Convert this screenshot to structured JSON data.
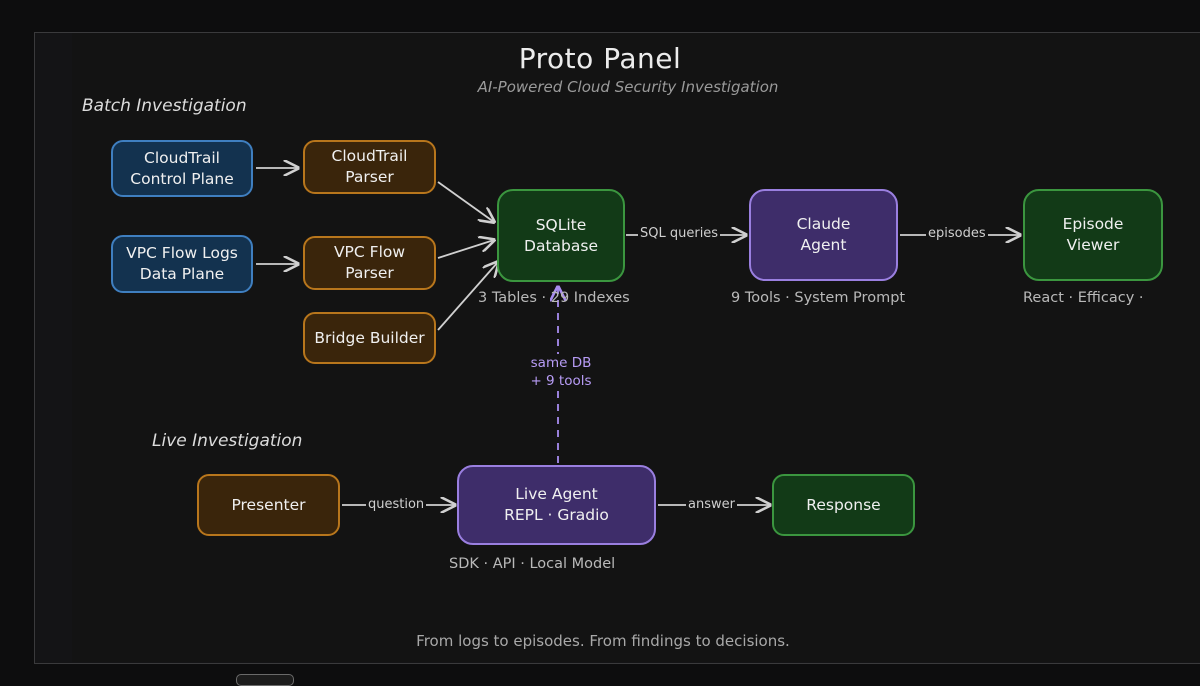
{
  "diagram": {
    "title": "Proto Panel",
    "subtitle": "AI-Powered Cloud Security Investigation",
    "sections": {
      "batch": "Batch Investigation",
      "live": "Live Investigation"
    },
    "nodes": {
      "cloudtrail_source": "CloudTrail\nControl Plane",
      "vpc_source": "VPC Flow Logs\nData Plane",
      "cloudtrail_parser": "CloudTrail\nParser",
      "vpc_parser": "VPC Flow\nParser",
      "bridge_builder": "Bridge Builder",
      "sqlite": "SQLite\nDatabase",
      "claude_agent": "Claude\nAgent",
      "episode_viewer": "Episode\nViewer",
      "presenter": "Presenter",
      "live_agent": "Live Agent\nREPL · Gradio",
      "response": "Response"
    },
    "captions": {
      "sqlite": "3 Tables · 29 Indexes",
      "claude_agent": "9 Tools · System Prompt",
      "episode_viewer": "React · Efficacy ·",
      "live_agent": "SDK · API · Local Model"
    },
    "edge_labels": {
      "sql_queries": "SQL queries",
      "episodes": "episodes",
      "question": "question",
      "answer": "answer",
      "shared_line1": "same DB",
      "shared_line2": "+ 9 tools"
    },
    "footer": "From logs to episodes. From findings to decisions.",
    "colors": {
      "source": "#3f7fc0",
      "parser": "#b8761c",
      "store": "#3b963f",
      "agent": "#9a7fe0",
      "dashed_link": "#a88cf0"
    }
  }
}
